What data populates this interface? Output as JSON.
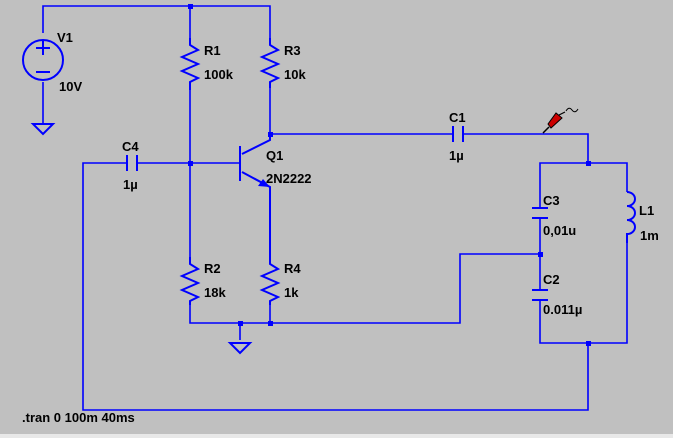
{
  "schematic": {
    "components": [
      {
        "ref": "V1",
        "value": "10V",
        "kind": "voltage-source"
      },
      {
        "ref": "R1",
        "value": "100k",
        "kind": "resistor"
      },
      {
        "ref": "R3",
        "value": "10k",
        "kind": "resistor"
      },
      {
        "ref": "R2",
        "value": "18k",
        "kind": "resistor"
      },
      {
        "ref": "R4",
        "value": "1k",
        "kind": "resistor"
      },
      {
        "ref": "Q1",
        "value": "2N2222",
        "kind": "npn-transistor"
      },
      {
        "ref": "C1",
        "value": "1µ",
        "kind": "capacitor"
      },
      {
        "ref": "C4",
        "value": "1µ",
        "kind": "capacitor"
      },
      {
        "ref": "C3",
        "value": "0,01u",
        "kind": "capacitor"
      },
      {
        "ref": "C2",
        "value": "0.011µ",
        "kind": "capacitor"
      },
      {
        "ref": "L1",
        "value": "1m",
        "kind": "inductor"
      }
    ],
    "directive": ".tran 0 100m 40ms",
    "colors": {
      "background": "#c0c0c0",
      "wire": "#0000ff",
      "text": "#000000",
      "probe": "#cc0000"
    },
    "icons": {
      "probe": "voltage-probe-icon",
      "ground": "ground-icon"
    }
  }
}
